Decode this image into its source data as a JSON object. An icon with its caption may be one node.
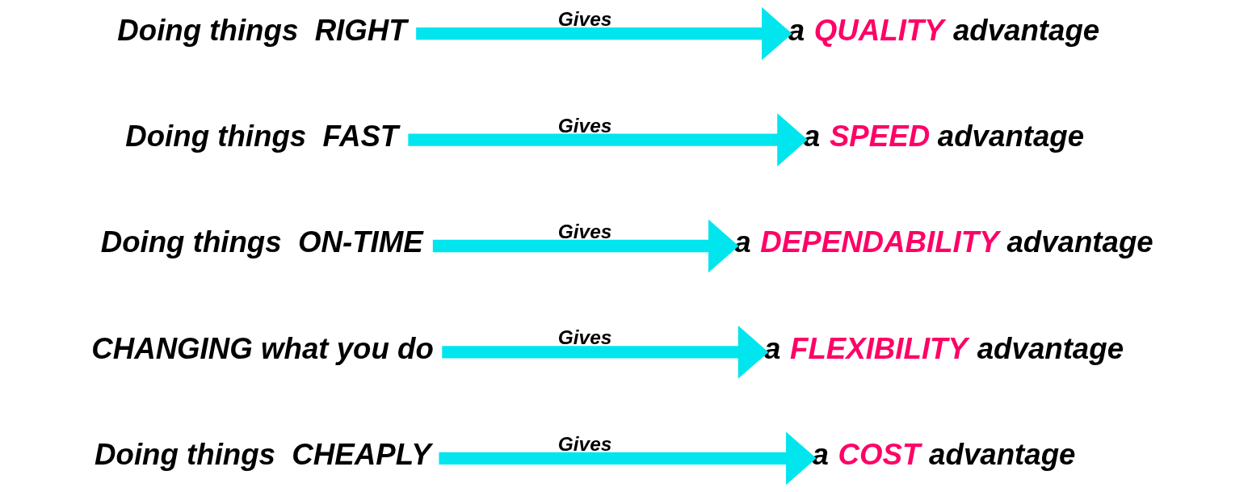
{
  "diagram": {
    "nodes": [
      {
        "text": [
          "Doing things  RIGHT"
        ]
      },
      {
        "text": [
          "a **QUALITY** advantage"
        ]
      },
      {
        "text": [
          "Doing things  FAST"
        ]
      },
      {
        "text": [
          "a **SPEED** advantage"
        ]
      },
      {
        "text": [
          "Doing things  ON-TIME"
        ]
      },
      {
        "text": [
          "a **DEPENDABILITY** advantage"
        ]
      },
      {
        "text": [
          "CHANGING what you do"
        ]
      },
      {
        "text": [
          "a **FLEXIBILITY** advantage"
        ]
      },
      {
        "text": [
          "Doing things  CHEAPLY"
        ]
      },
      {
        "text": [
          "a **COST** advantage"
        ]
      }
    ],
    "edges": [
      {
        "from": 0,
        "to": 1,
        "arrow": "to",
        "label": "Gives"
      },
      {
        "from": 2,
        "to": 3,
        "arrow": "to",
        "label": "Gives"
      },
      {
        "from": 4,
        "to": 5,
        "arrow": "to",
        "label": "Gives"
      },
      {
        "from": 6,
        "to": 7,
        "arrow": "to",
        "label": "Gives"
      },
      {
        "from": 8,
        "to": 9,
        "arrow": "to",
        "label": "Gives"
      }
    ]
  }
}
